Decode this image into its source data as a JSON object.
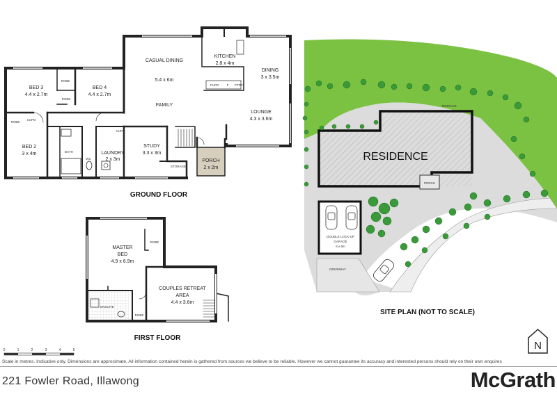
{
  "floor_titles": {
    "ground": "GROUND FLOOR",
    "first": "FIRST FLOOR",
    "site": "SITE PLAN (NOT TO SCALE)"
  },
  "ground_rooms": {
    "casual_dining": "CASUAL DINING",
    "casual_dining_dim": "5.4 x 6m",
    "family": "FAMILY",
    "kitchen": "KITCHEN",
    "kitchen_dim": "2.8 x 4m",
    "dining": "DINING",
    "dining_dim": "3 x 3.5m",
    "lounge": "LOUNGE",
    "lounge_dim": "4.3 x 3.6m",
    "bed3": "BED 3",
    "bed3_dim": "4.4 x 2.7m",
    "bed4": "BED 4",
    "bed4_dim": "4.4 x 2.7m",
    "bed2": "BED 2",
    "bed2_dim": "3 x 4m",
    "bath": "BATH",
    "wc": "WC",
    "laundry": "LAUNDRY",
    "laundry_dim": "2 x 3m",
    "study": "STUDY",
    "study_dim": "3.3 x 3m",
    "storage": "STORAGE",
    "porch": "PORCH",
    "porch_dim": "2 x 2m",
    "robe": "ROBE",
    "cupd": "CUPD",
    "pty": "PTRY",
    "fridge": "F"
  },
  "first_rooms": {
    "master": "MASTER",
    "master_bed": "BED",
    "master_dim": "4.9 x 6.9m",
    "retreat": "COUPLES RETREAT",
    "retreat_area": "AREA",
    "retreat_dim": "4.4 x 3.6m",
    "ensuite": "ENSUITE",
    "robe": "ROBE"
  },
  "site": {
    "residence": "RESIDENCE",
    "terrace": "TERRACE",
    "porch": "PORCH",
    "garage_1": "DOUBLE LOCK-UP",
    "garage_2": "GARAGE",
    "garage_dim": "6 x 6m",
    "driveway": "DRIVEWAY"
  },
  "scale": {
    "ticks": [
      "0",
      "1",
      "2",
      "3",
      "4",
      "5"
    ]
  },
  "north_label": "N",
  "disclaimer": "Scale in metres. Indicative only. Dimensions are approximate. All information contained herein is gathered from sources we believe to be reliable. However we cannot guarantee its accuracy and interested persons should rely on their own enquires",
  "address": "221 Fowler Road, Illawong",
  "brand": "McGrath",
  "colors": {
    "wall": "#222222",
    "porch_fill": "#d6cfbd",
    "lawn": "#7cc242",
    "paving": "#dcdcdc",
    "shrub": "#3a9a3a"
  }
}
